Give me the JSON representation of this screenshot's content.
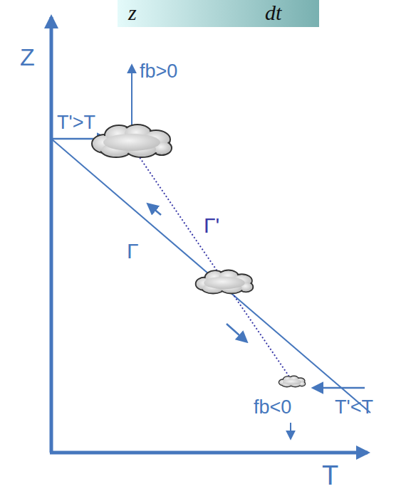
{
  "diagram": {
    "labels": [
      "z",
      "dt",
      "Z",
      "fb>0",
      "T'>T",
      "Γ'",
      "Γ",
      "fb<0",
      "T'<T",
      "T"
    ]
  }
}
